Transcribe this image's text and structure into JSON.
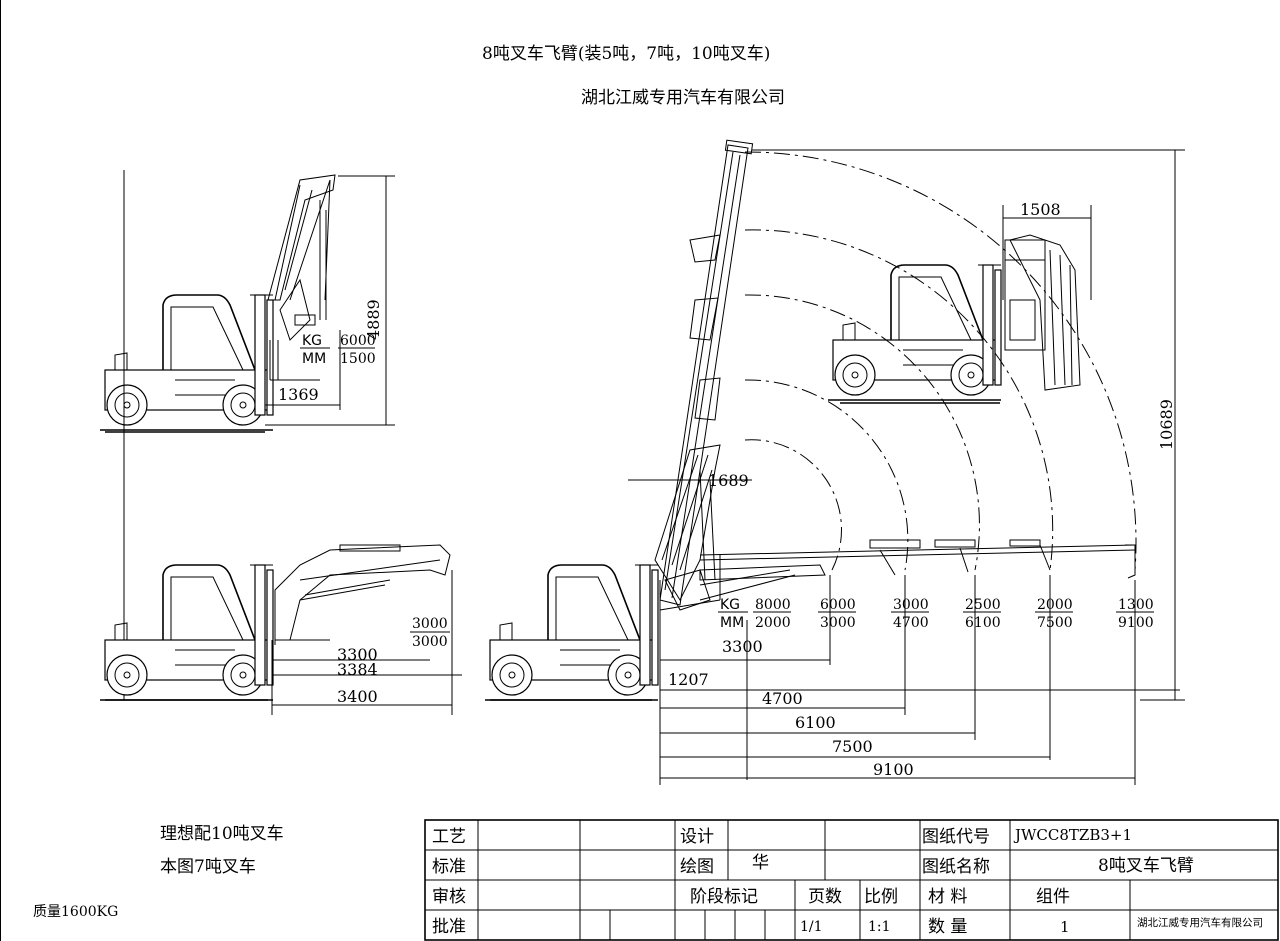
{
  "header": {
    "title": "8吨叉车飞臂(装5吨，7吨，10吨叉车)",
    "company": "湖北江威专用汽车有限公司"
  },
  "views": {
    "top_left": {
      "height": "4889",
      "kg_label": "KG",
      "mm_label": "MM",
      "kg_value": "6000",
      "mm_value": "1500",
      "reach": "1369"
    },
    "bottom_left": {
      "kg_value": "3000",
      "mm_value": "3000",
      "dims": [
        "3300",
        "3384",
        "3400"
      ]
    },
    "top_right": {
      "width": "1508"
    },
    "main": {
      "height": "10689",
      "mast_offset": "1689",
      "base_offset": "1207",
      "kg_label": "KG",
      "mm_label": "MM",
      "loads": [
        {
          "kg": "8000",
          "mm": "2000"
        },
        {
          "kg": "6000",
          "mm": "3000"
        },
        {
          "kg": "3000",
          "mm": "4700"
        },
        {
          "kg": "2500",
          "mm": "6100"
        },
        {
          "kg": "2000",
          "mm": "7500"
        },
        {
          "kg": "1300",
          "mm": "9100"
        }
      ],
      "dims": [
        "3300",
        "4700",
        "6100",
        "7500",
        "9100"
      ]
    }
  },
  "notes": {
    "ideal": "理想配10吨叉车",
    "this_drawing": "本图7吨叉车",
    "mass": "质量1600KG"
  },
  "title_block": {
    "labels": {
      "craft": "工艺",
      "standard": "标准",
      "review": "审核",
      "approve": "批准",
      "design": "设计",
      "drawing": "绘图",
      "stage_mark": "阶段标记",
      "pages": "页数",
      "scale": "比例",
      "drawing_code": "图纸代号",
      "drawing_name": "图纸名称",
      "material": "材 料",
      "quantity": "数 量"
    },
    "values": {
      "drawer": "华",
      "pages": "1/1",
      "scale": "1:1",
      "code": "JWCC8TZB3+1",
      "name": "8吨叉车飞臂",
      "material": "组件",
      "quantity": "1",
      "company": "湖北江威专用汽车有限公司"
    }
  }
}
